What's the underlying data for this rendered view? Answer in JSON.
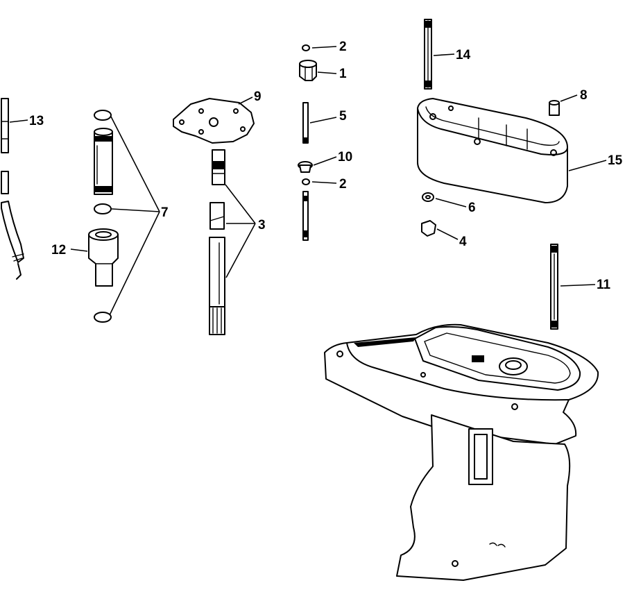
{
  "callouts": {
    "c1": "1",
    "c2a": "2",
    "c2b": "2",
    "c3": "3",
    "c4": "4",
    "c5": "5",
    "c6": "6",
    "c7": "7",
    "c8": "8",
    "c9": "9",
    "c10": "10",
    "c11": "11",
    "c12": "12",
    "c13": "13",
    "c14": "14",
    "c15": "15"
  },
  "colors": {
    "ink": "#000000",
    "paper": "#ffffff"
  }
}
